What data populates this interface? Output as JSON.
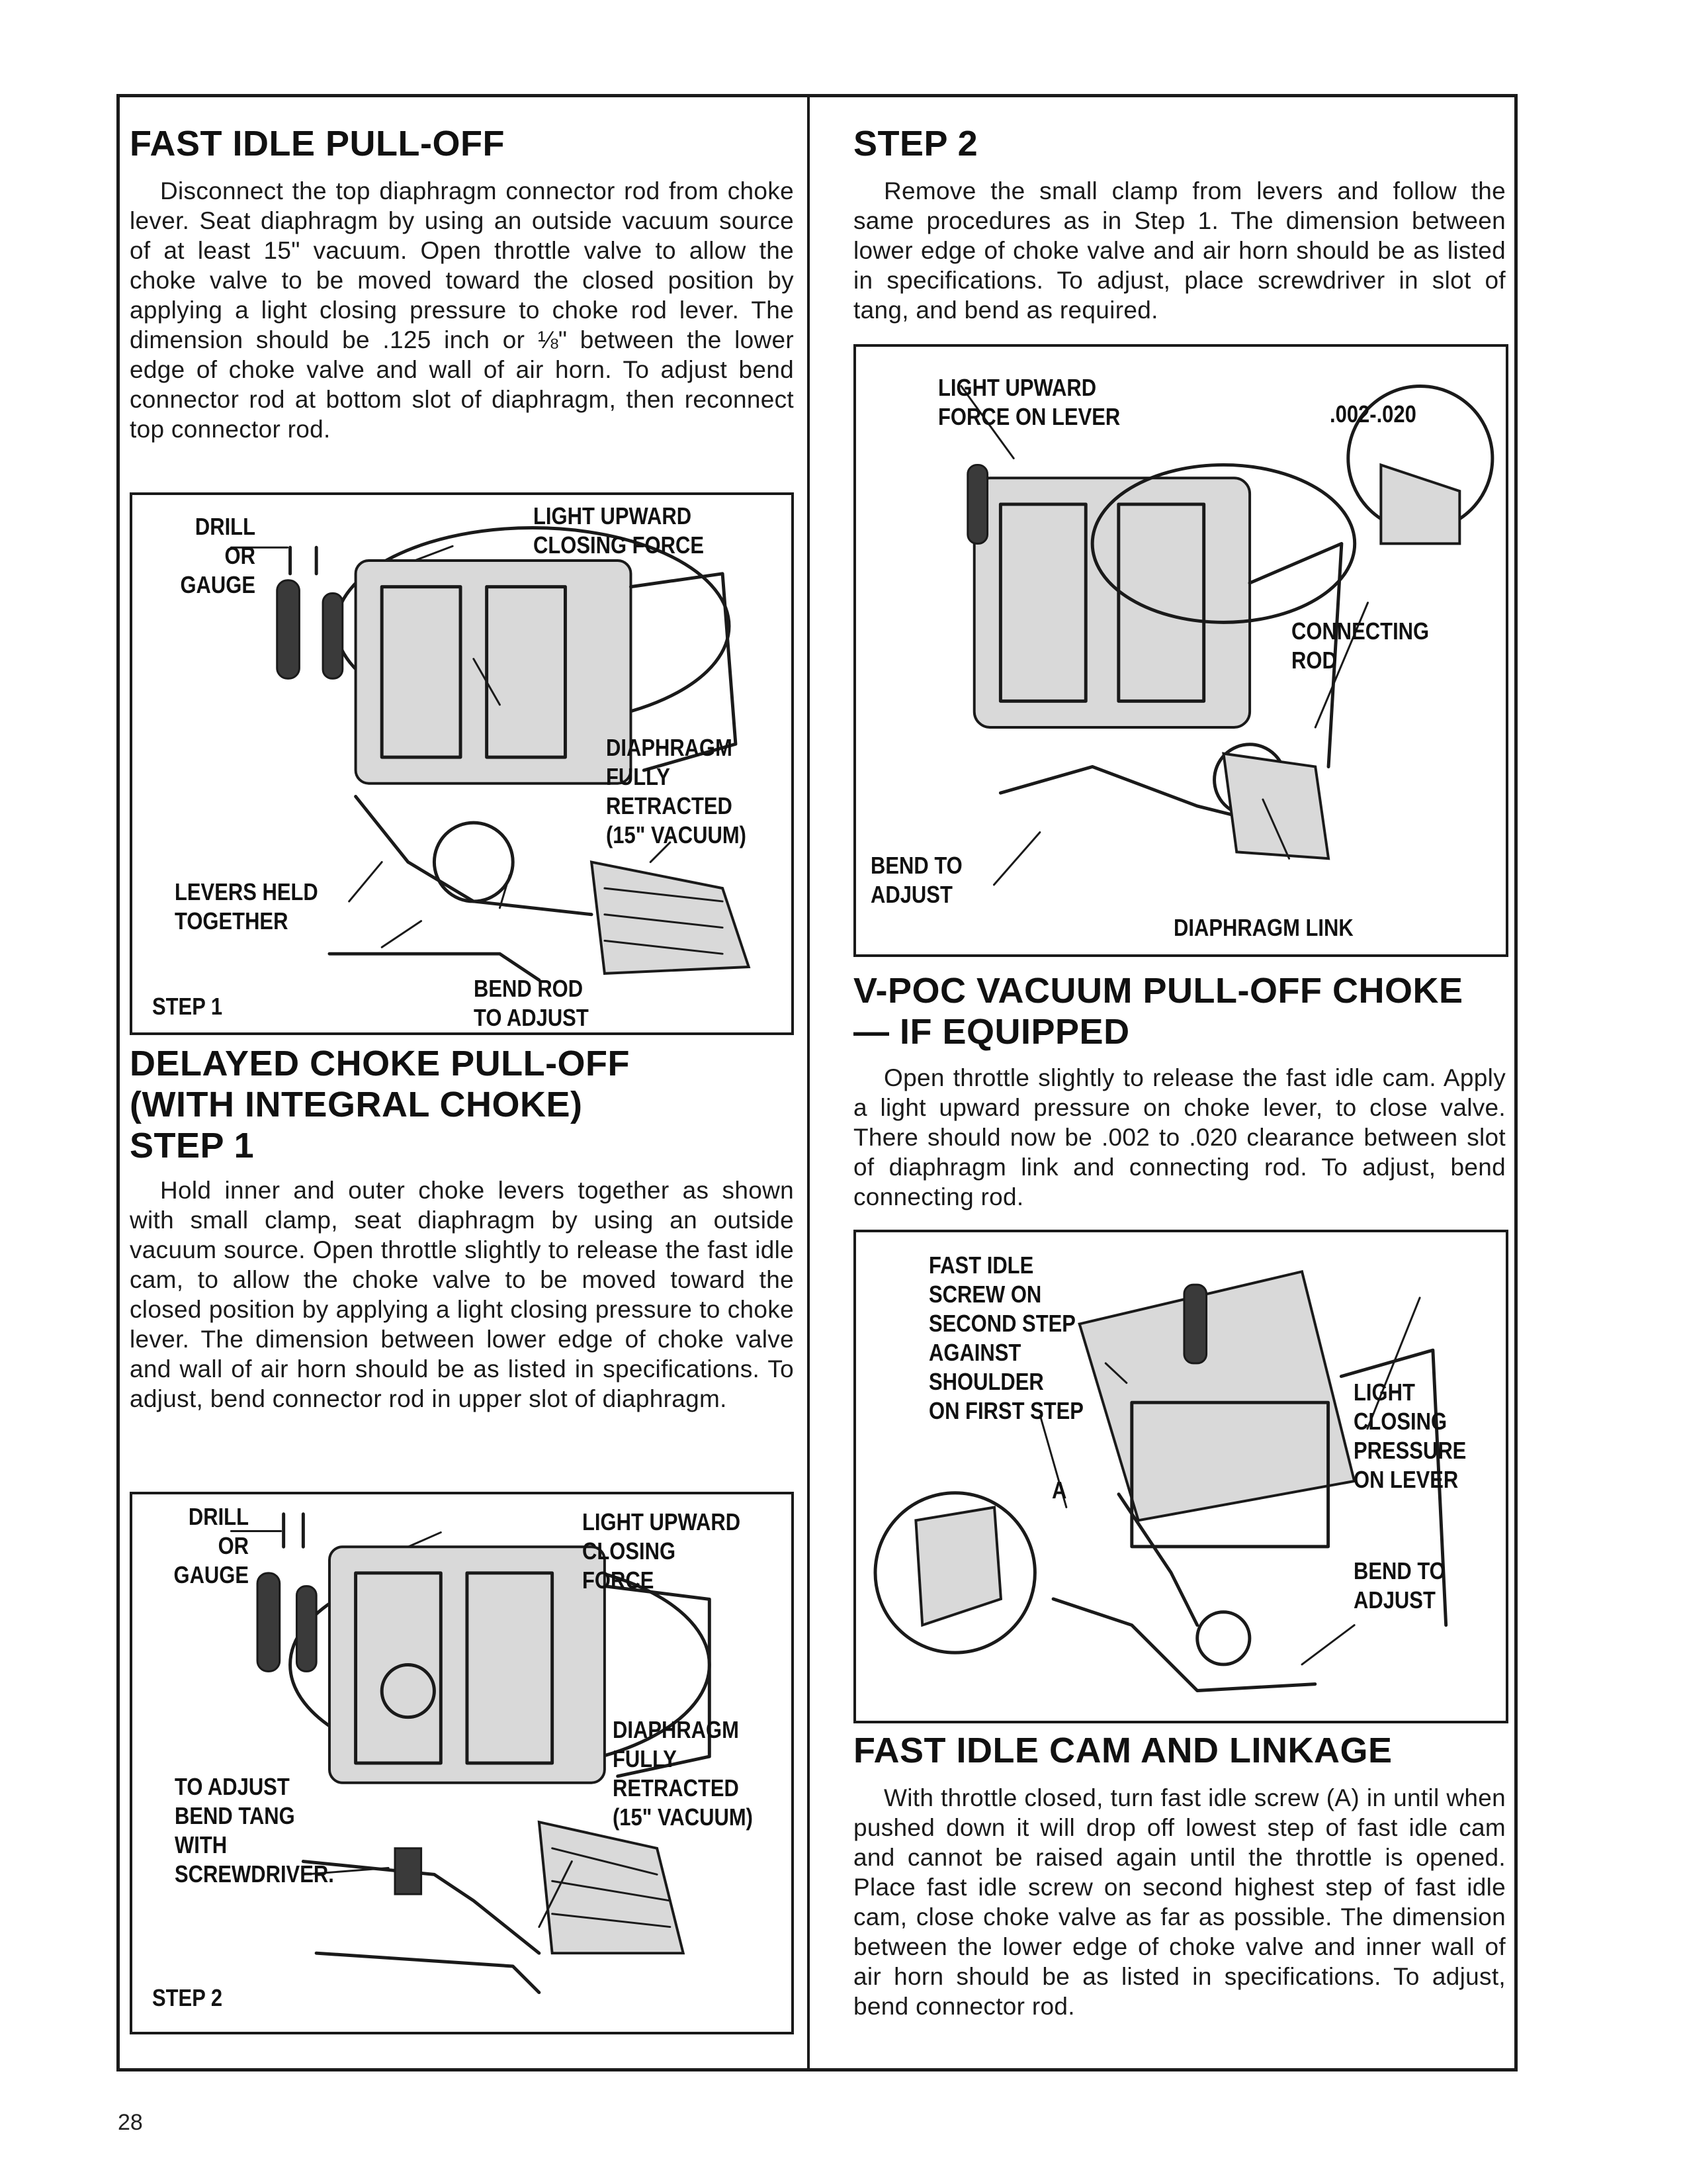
{
  "page": {
    "number": "28"
  },
  "fast_idle_pull_off": {
    "title": "FAST IDLE PULL-OFF",
    "body": "Disconnect the top diaphragm connector rod from choke lever. Seat diaphragm by using an outside vacuum source of at least 15\" vacuum. Open throttle valve to allow the choke valve to be moved toward the closed position by applying a light closing pressure to choke rod lever. The dimension should be .125 inch or ⅛\" between the lower edge of choke valve and wall of air horn. To adjust bend connector rod at bottom slot of diaphragm, then reconnect top connector rod.",
    "figure": {
      "drill": "DRILL\nOR GAUGE",
      "force": "LIGHT UPWARD\nCLOSING FORCE",
      "diaphragm": "DIAPHRAGM\nFULLY\nRETRACTED\n(15\" VACUUM)",
      "levers": "LEVERS HELD\nTOGETHER",
      "bend": "BEND ROD\nTO ADJUST",
      "step": "STEP 1"
    }
  },
  "delayed_choke": {
    "title": "DELAYED CHOKE PULL-OFF\n(WITH INTEGRAL CHOKE)\nSTEP 1",
    "body": "Hold inner and outer choke levers together as shown with small clamp, seat diaphragm by using an outside vacuum source. Open throttle slightly to release the fast idle cam, to allow the choke valve to be moved toward the closed position by applying a light closing pressure to choke lever. The dimension between lower edge of choke valve and wall of air horn should be as listed in specifications. To adjust, bend connector rod in upper slot of diaphragm.",
    "figure": {
      "drill": "DRILL\nOR\nGAUGE",
      "force": "LIGHT UPWARD\nCLOSING\nFORCE",
      "diaphragm": "DIAPHRAGM\nFULLY\nRETRACTED\n(15\" VACUUM)",
      "adjust": "TO ADJUST\nBEND TANG\nWITH\nSCREWDRIVER.",
      "step": "STEP 2"
    }
  },
  "step2": {
    "title": "STEP 2",
    "body": "Remove the small clamp from levers and follow the same procedures as in Step 1. The dimension between lower edge of choke valve and air horn should be as listed in specifications. To adjust, place screwdriver in slot of tang, and bend as required.",
    "figure": {
      "force": "LIGHT UPWARD\nFORCE ON LEVER",
      "clearance": ".002-.020",
      "rod": "CONNECTING\nROD",
      "bend": "BEND TO\nADJUST",
      "link": "DIAPHRAGM LINK"
    }
  },
  "vpoc": {
    "title": "V-POC VACUUM PULL-OFF CHOKE\n— IF EQUIPPED",
    "body": "Open throttle slightly to release the fast idle cam. Apply a light upward pressure on choke lever, to close valve. There should now be .002 to .020 clearance between slot of diaphragm link and connecting rod. To adjust, bend connecting rod.",
    "figure": {
      "screw": "FAST IDLE\nSCREW ON\nSECOND STEP\nAGAINST\nSHOULDER\nON FIRST STEP",
      "marker": "A",
      "pressure": "LIGHT\nCLOSING\nPRESSURE\nON LEVER",
      "bend": "BEND TO\nADJUST"
    }
  },
  "fast_idle_cam": {
    "title": "FAST IDLE CAM AND LINKAGE",
    "body": "With throttle closed, turn fast idle screw (A) in until when pushed down it will drop off lowest step of fast idle cam and cannot be raised again until the throttle is opened. Place fast idle screw on second highest step of fast idle cam, close choke valve as far as possible. The dimension between the lower edge of choke valve and inner wall of air horn should be as listed in specifications. To adjust, bend connector rod."
  }
}
